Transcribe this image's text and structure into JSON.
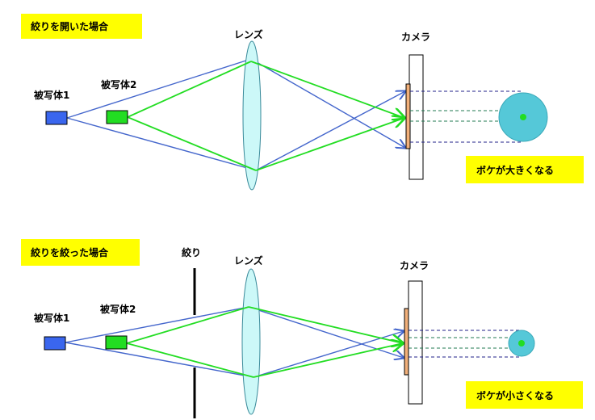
{
  "colors": {
    "label_bg": "#ffff00",
    "object1": "#3a66ee",
    "object2": "#22dd22",
    "lens_fill": "#ccf8f8",
    "blue_ray": "#4466cc",
    "green_ray": "#22dd22",
    "sensor": "#f2b07a",
    "blur_circle": "#55c8d8",
    "black": "#000000"
  },
  "top": {
    "title": "絞りを開いた場合",
    "object1_label": "被写体1",
    "object2_label": "被写体2",
    "lens_label": "レンズ",
    "camera_label": "カメラ",
    "result_label": "ボケが大きくなる"
  },
  "bottom": {
    "title": "絞りを絞った場合",
    "aperture_label": "絞り",
    "object1_label": "被写体1",
    "object2_label": "被写体2",
    "lens_label": "レンズ",
    "camera_label": "カメラ",
    "result_label": "ボケが小さくなる"
  }
}
